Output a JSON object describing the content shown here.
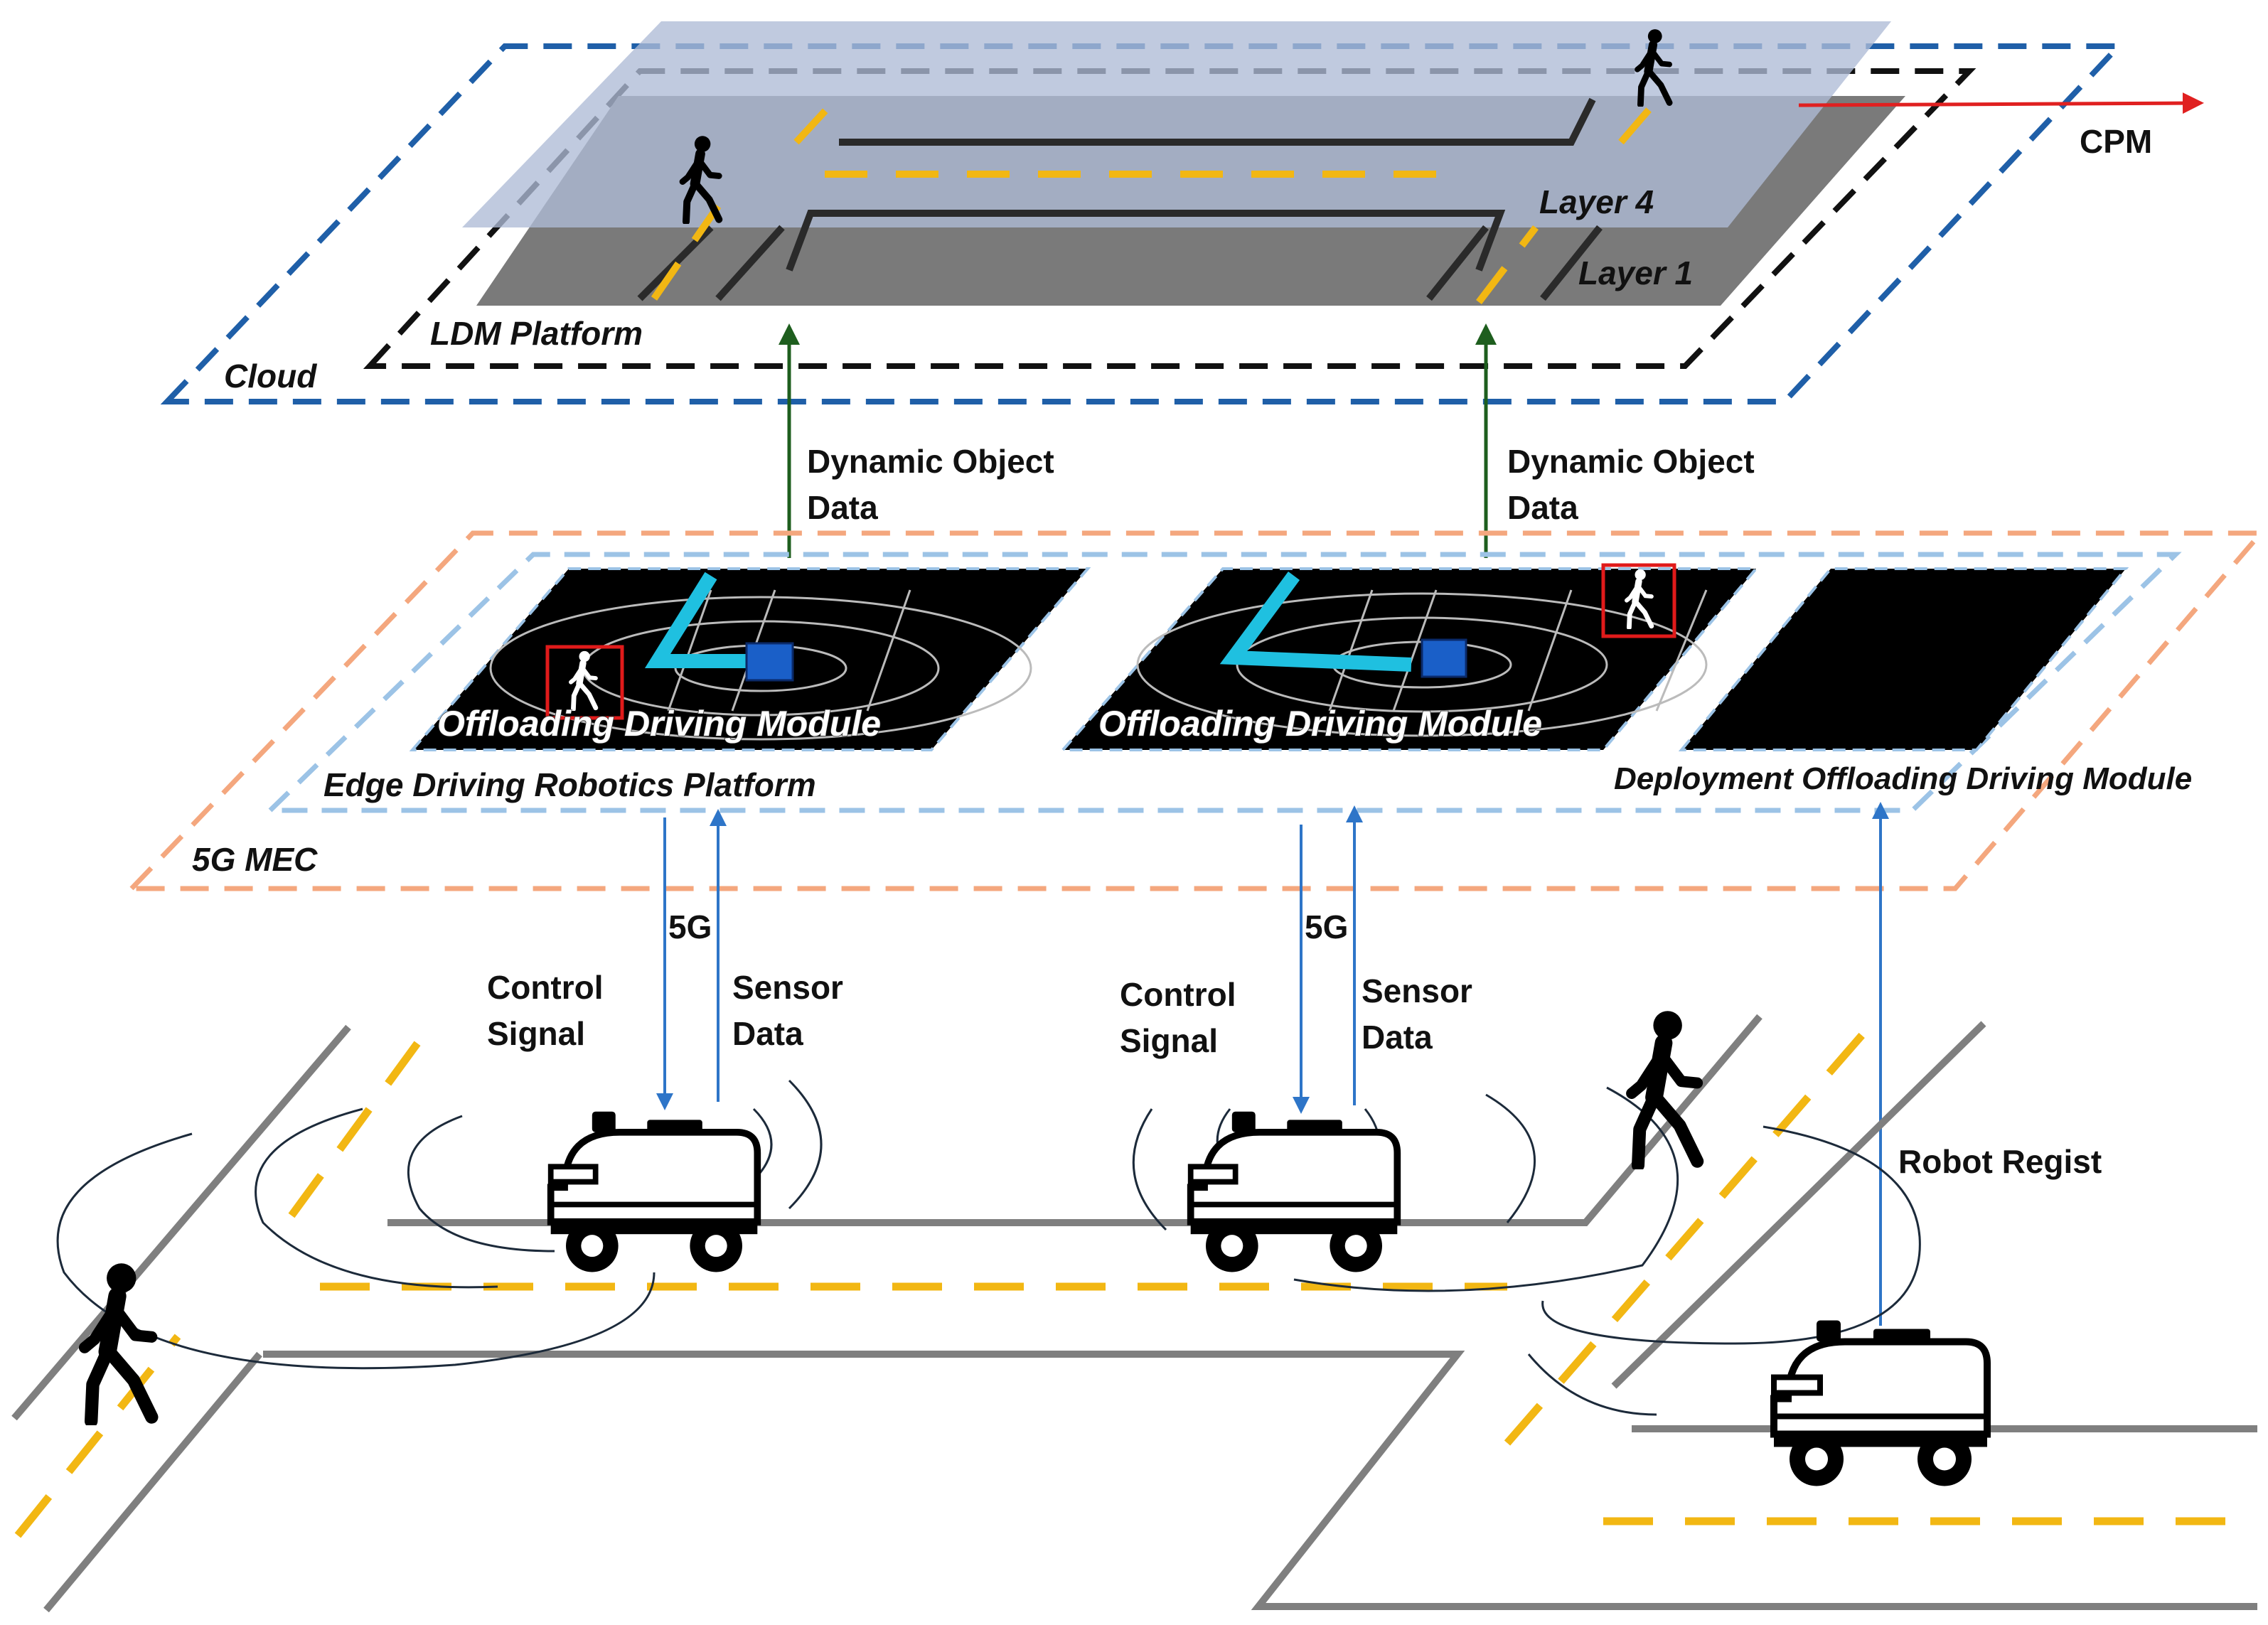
{
  "layers": {
    "cloud": {
      "label": "Cloud"
    },
    "ldm": {
      "label": "LDM Platform",
      "layer_top": "Layer 4",
      "layer_bottom": "Layer 1"
    },
    "cpm": {
      "label": "CPM"
    },
    "mec": {
      "label": "5G MEC"
    },
    "edge": {
      "label": "Edge Driving Robotics Platform"
    }
  },
  "modules": {
    "left": "Offloading Driving Module",
    "middle": "Offloading Driving Module",
    "deploy": "Deployment Offloading Driving Module"
  },
  "uplinks": {
    "left": {
      "line1": "Dynamic Object",
      "line2": "Data"
    },
    "right": {
      "line1": "Dynamic Object",
      "line2": "Data"
    }
  },
  "links": {
    "left": {
      "net": "5G",
      "control1": "Control",
      "control2": "Signal",
      "sensor1": "Sensor",
      "sensor2": "Data"
    },
    "middle": {
      "net": "5G",
      "control1": "Control",
      "control2": "Signal",
      "sensor1": "Sensor",
      "sensor2": "Data"
    },
    "regist": "Robot Regist"
  },
  "colors": {
    "cloud_border": "#1f5fa8",
    "mec_border": "#f4a77e",
    "edge_border": "#9cc3e6",
    "uplink_arrow": "#1e5e1e",
    "link_arrow": "#2e75c8",
    "cpm_arrow": "#e02020",
    "lane_yellow": "#f2b713",
    "detect_box": "#e01a1a",
    "path_cyan": "#1fc0e0",
    "robot_box": "#1a5fc8"
  }
}
